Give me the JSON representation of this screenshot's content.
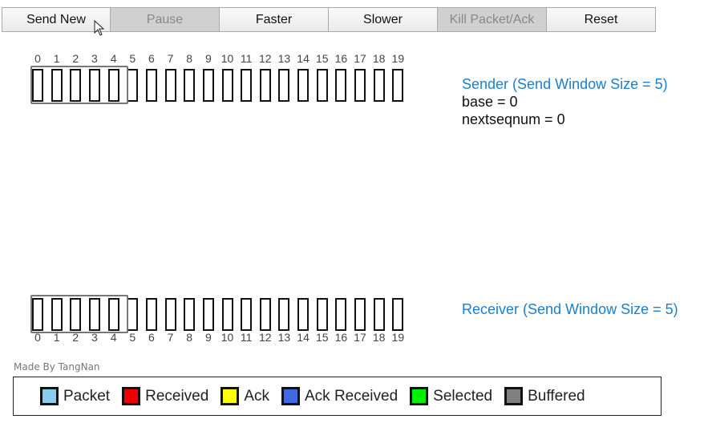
{
  "toolbar": {
    "send_new": "Send New",
    "pause": "Pause",
    "faster": "Faster",
    "slower": "Slower",
    "kill": "Kill Packet/Ack",
    "reset": "Reset"
  },
  "sequence_numbers": [
    "0",
    "1",
    "2",
    "3",
    "4",
    "5",
    "6",
    "7",
    "8",
    "9",
    "10",
    "11",
    "12",
    "13",
    "14",
    "15",
    "16",
    "17",
    "18",
    "19"
  ],
  "sender": {
    "title": "Sender (Send Window Size = 5)",
    "base": "base = 0",
    "nextseqnum": "nextseqnum = 0",
    "window_start": 0,
    "window_size": 5
  },
  "receiver": {
    "title": "Receiver (Send Window Size = 5)",
    "window_start": 0,
    "window_size": 5
  },
  "credit": "Made By TangNan",
  "legend": [
    {
      "label": "Packet",
      "color": "#87ceeb"
    },
    {
      "label": "Received",
      "color": "#ee0000"
    },
    {
      "label": "Ack",
      "color": "#ffff00"
    },
    {
      "label": "Ack Received",
      "color": "#4169e1"
    },
    {
      "label": "Selected",
      "color": "#00ee00"
    },
    {
      "label": "Buffered",
      "color": "#808080"
    }
  ]
}
